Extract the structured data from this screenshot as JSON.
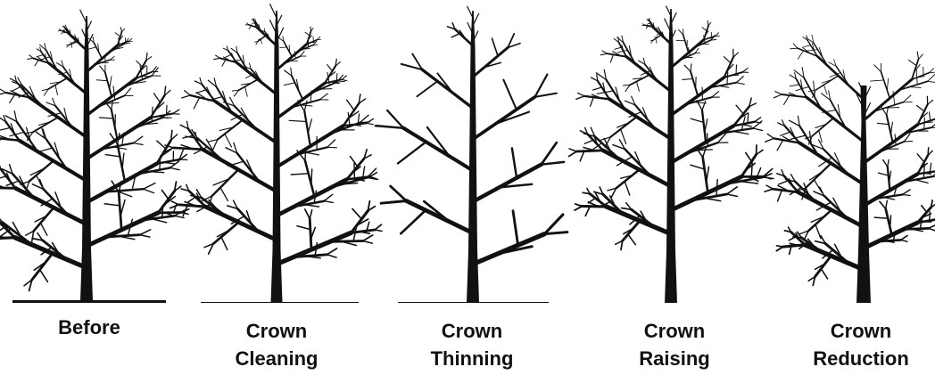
{
  "figure": {
    "panels": [
      {
        "id": "before",
        "label_lines": [
          "Before"
        ],
        "pruning": "none"
      },
      {
        "id": "crown-cleaning",
        "label_lines": [
          "Crown",
          "Cleaning"
        ],
        "pruning": "cleaning"
      },
      {
        "id": "crown-thinning",
        "label_lines": [
          "Crown",
          "Thinning"
        ],
        "pruning": "thinning"
      },
      {
        "id": "crown-raising",
        "label_lines": [
          "Crown",
          "Raising"
        ],
        "pruning": "raising"
      },
      {
        "id": "crown-reduction",
        "label_lines": [
          "Crown",
          "Reduction"
        ],
        "pruning": "reduction"
      }
    ],
    "colors": {
      "ink": "#111111",
      "background": "#ffffff"
    }
  }
}
